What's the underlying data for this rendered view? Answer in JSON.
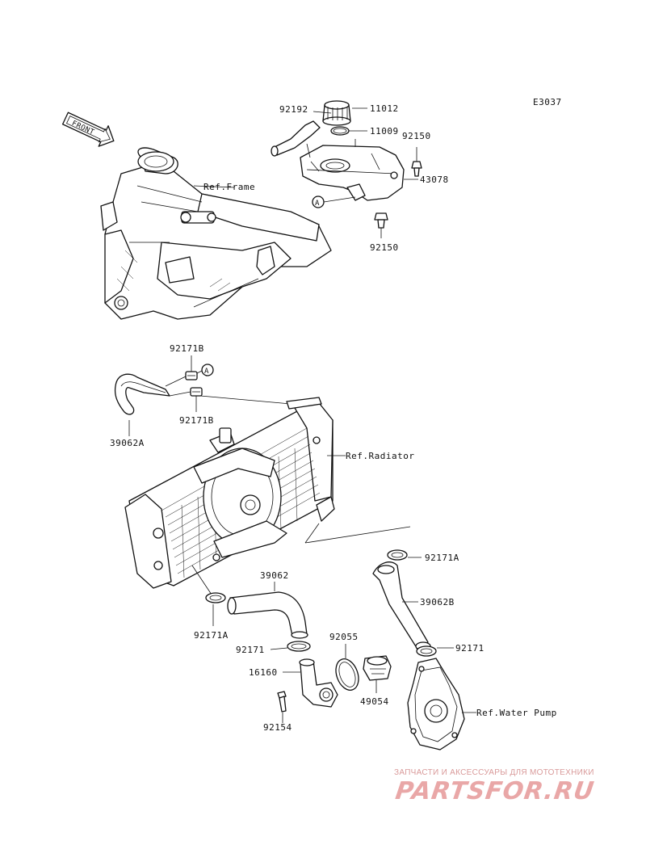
{
  "diagram_code": "E3037",
  "front_label": "FRONT",
  "callout_a": "A",
  "part_labels": {
    "p92192": "92192",
    "p11012": "11012",
    "p11009": "11009",
    "p92150_top": "92150",
    "p43078": "43078",
    "p92150_bottom": "92150",
    "p92171B_top": "92171B",
    "p92171B_bottom": "92171B",
    "p39062A": "39062A",
    "p92171A_right": "92171A",
    "p39062": "39062",
    "p39062B": "39062B",
    "p92171A_left": "92171A",
    "p92055": "92055",
    "p92171_left": "92171",
    "p92171_right": "92171",
    "p16160": "16160",
    "p49054": "49054",
    "p92154": "92154"
  },
  "references": {
    "frame": "Ref.Frame",
    "radiator": "Ref.Radiator",
    "water_pump": "Ref.Water Pump"
  },
  "watermark": {
    "tagline": "ЗАПЧАСТИ И АКСЕССУАРЫ ДЛЯ МОТОТЕХНИКИ",
    "logo": "PARTSFOR.RU",
    "color": "#e9a7a7"
  }
}
